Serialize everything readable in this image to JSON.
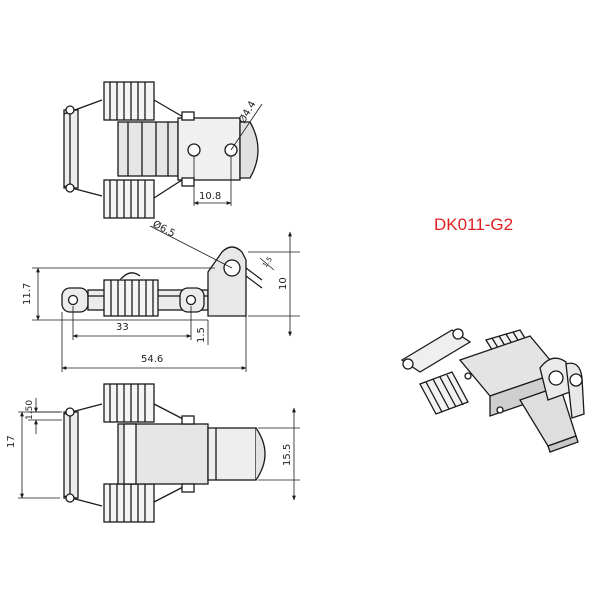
{
  "model_code": "DK011-G2",
  "model_code_color": "#e02020",
  "line_color": "#1a1a1a",
  "part_fill": "#d9d9d9",
  "dimensions": {
    "top_hole_dia": "Ø4.4",
    "top_width": "10.8",
    "side_loop_dia": "Ø6.5",
    "side_small": "1.5",
    "side_right_height": "10",
    "side_height": "11.7",
    "side_inner_length": "33",
    "side_bottom_offset": "1.5",
    "side_total_length": "54.6",
    "bottom_small": "1.50",
    "bottom_height": "17",
    "bottom_right_height": "15.5"
  }
}
